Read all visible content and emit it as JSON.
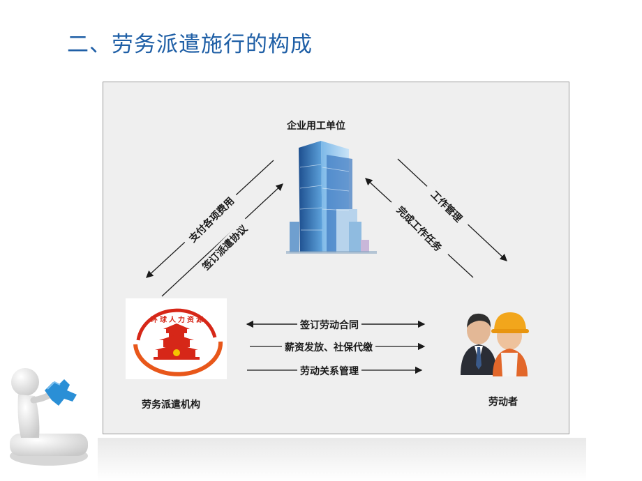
{
  "slide": {
    "title": "二、劳务派遣施行的构成"
  },
  "nodes": {
    "employer": "企业用工单位",
    "agency": "劳务派遣机构",
    "worker": "劳动者"
  },
  "logo": {
    "text": "环球人力资源"
  },
  "relations": {
    "agency_to_employer_1": "支付各项费用",
    "agency_to_employer_2": "签订派遣协议",
    "employer_to_worker_1": "工作管理",
    "employer_to_worker_2": "完成工作任务",
    "agency_worker_1": "签订劳动合同",
    "agency_worker_2": "薪资发放、社保代缴",
    "agency_worker_3": "劳动关系管理"
  },
  "colors": {
    "title": "#1f5fa6",
    "logo_red": "#d62718",
    "puzzle": "#2a8fd6"
  }
}
